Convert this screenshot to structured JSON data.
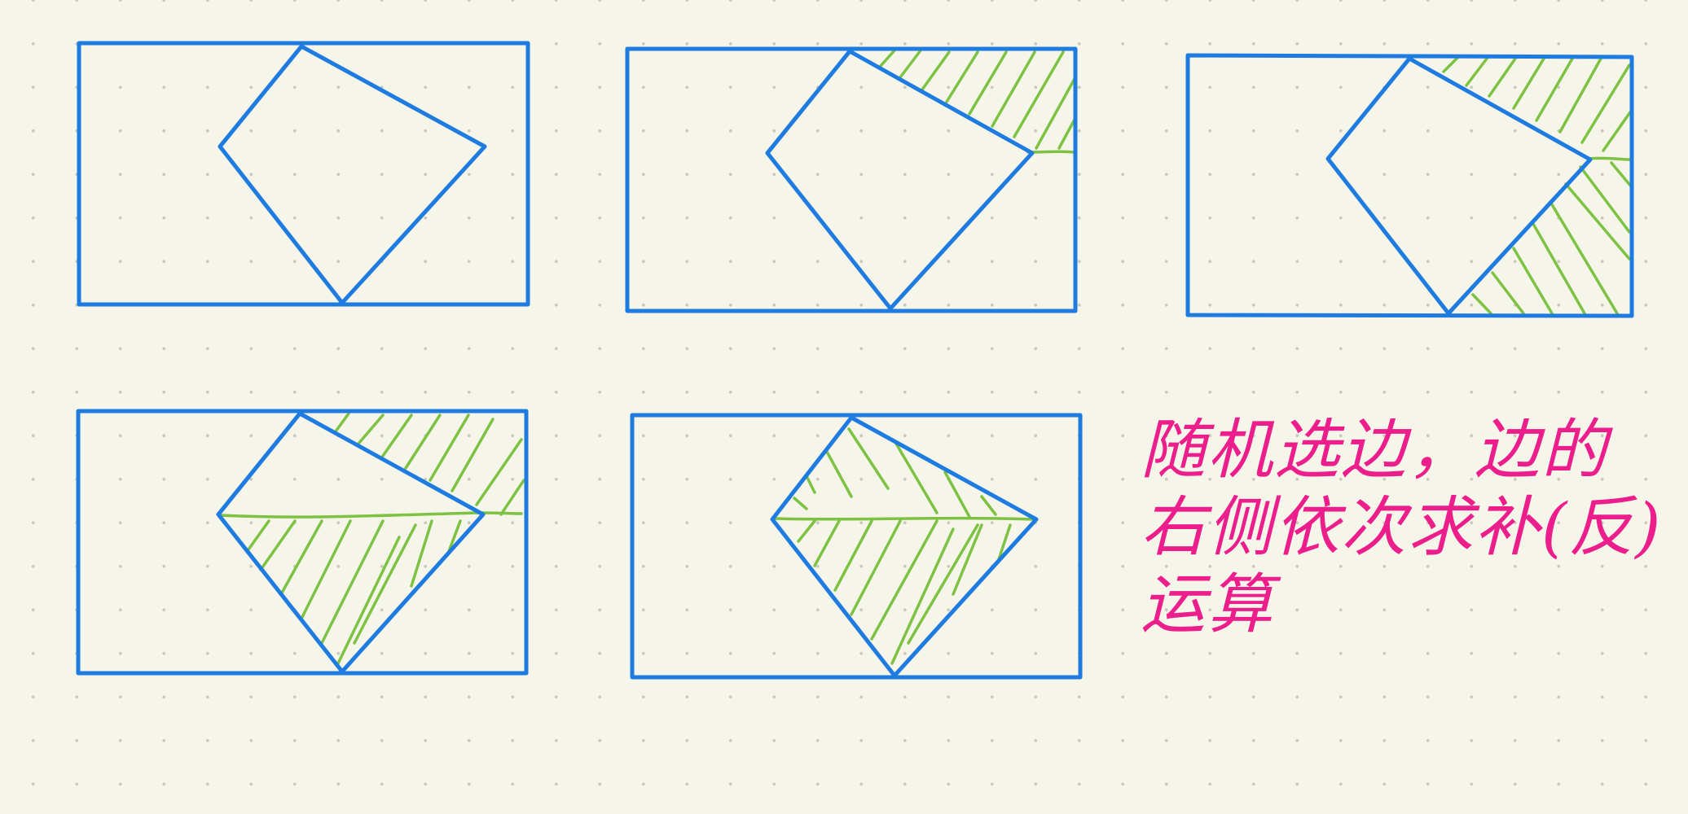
{
  "colors": {
    "background": "#f6f5ea",
    "grid_dot": "#c9c8bd",
    "outline": "#1e7be0",
    "hatch": "#7dc242",
    "annotation": "#ec1e8c"
  },
  "annotation": {
    "line1": "随机选边，边的",
    "line2": "右侧依次求补(反)",
    "line3": "运算"
  }
}
